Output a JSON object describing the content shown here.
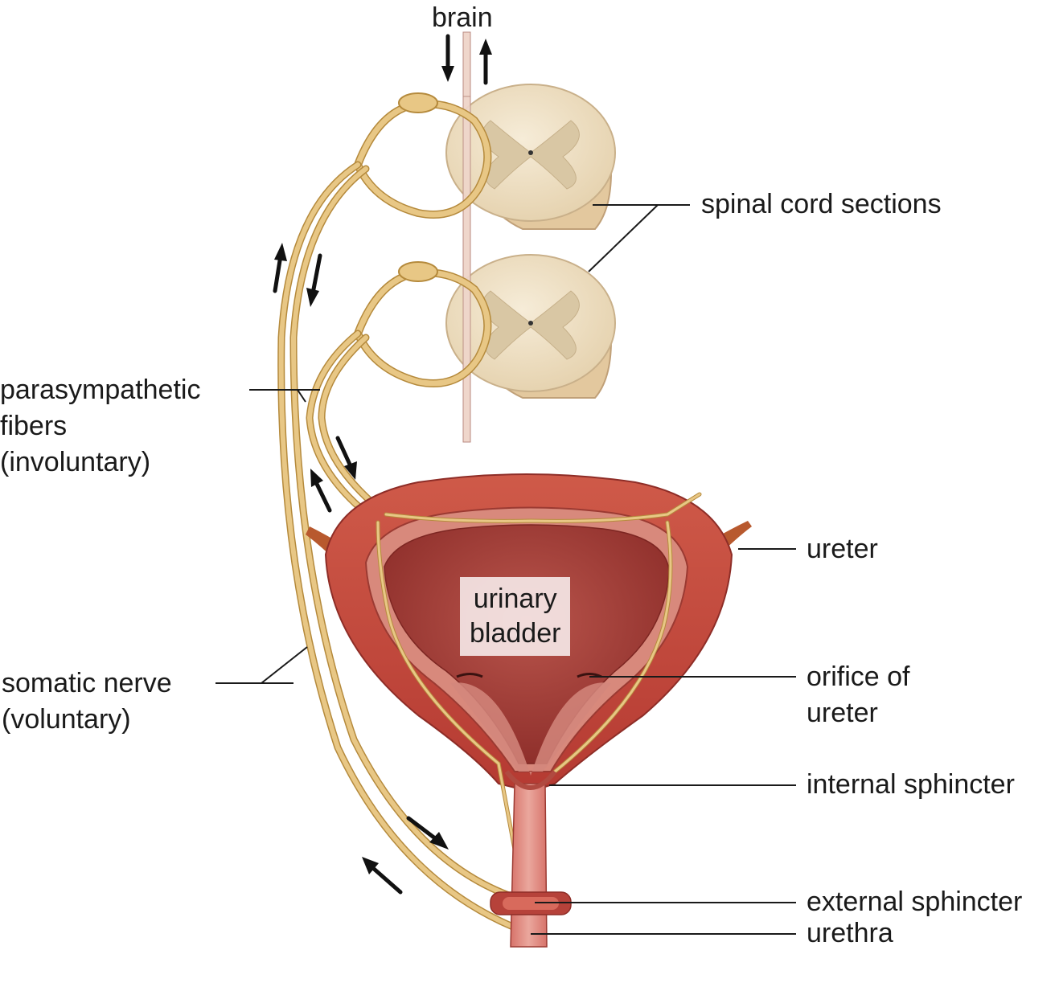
{
  "labels": {
    "brain": "brain",
    "spinal_cord_sections": "spinal cord sections",
    "parasympathetic": [
      "parasympathetic",
      "fibers",
      "(involuntary)"
    ],
    "somatic": [
      "somatic nerve",
      "(voluntary)"
    ],
    "ureter": "ureter",
    "bladder": [
      "urinary",
      "bladder"
    ],
    "orifice": [
      "orifice of",
      "ureter"
    ],
    "internal_sphincter": "internal sphincter",
    "external_sphincter": "external sphincter",
    "urethra": "urethra"
  },
  "colors": {
    "nerve": "#e8c785",
    "nerve_outline": "#b58a3c",
    "cord": "#f1e4cc",
    "grey_matter": "#dccca8",
    "bladder_outer": "#c9483c",
    "bladder_inner": "#a23c35",
    "mucosa": "#d8897c",
    "arrow": "#111111",
    "leader": "#1a1a1a"
  }
}
